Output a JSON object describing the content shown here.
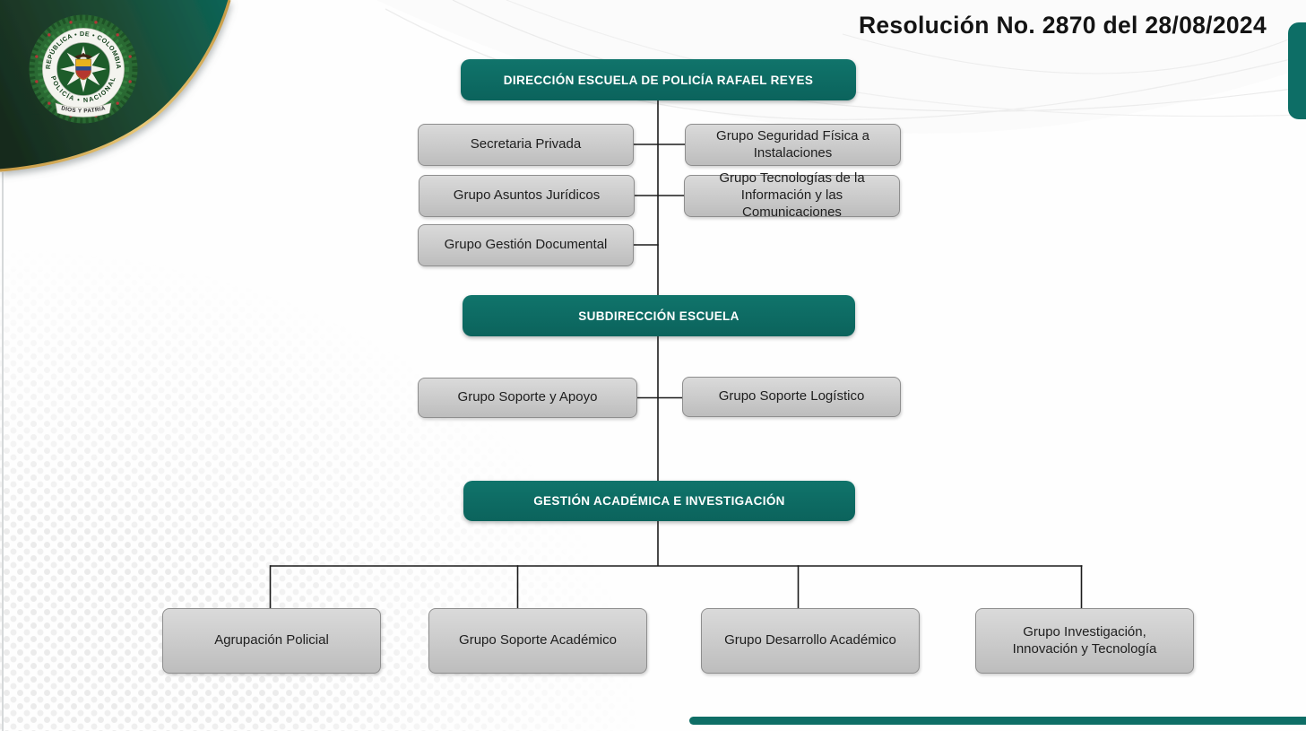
{
  "header": {
    "title": "Resolución No. 2870 del 28/08/2024"
  },
  "emblem": {
    "ring_top": "REPÚBLICA • DE • COLOMBIA",
    "ring_bottom": "POLICÍA • NACIONAL",
    "banner": "DIOS Y PATRIA"
  },
  "colors": {
    "teal": "#0d6e66",
    "dark_green": "#1c3526",
    "gold": "#d3a854",
    "box_gray_top": "#dadada",
    "box_gray_bottom": "#bdbdbd",
    "box_border": "#8e8e8e",
    "line": "#1b1b1b"
  },
  "org": {
    "direccion": "DIRECCIÓN ESCUELA DE POLICÍA RAFAEL REYES",
    "secretaria_privada": "Secretaria Privada",
    "seguridad_fisica": "Grupo Seguridad Física a Instalaciones",
    "asuntos_juridicos": "Grupo Asuntos Jurídicos",
    "tecnologias_informacion": "Grupo Tecnologías de la Información y las Comunicaciones",
    "gestion_documental": "Grupo Gestión Documental",
    "subdireccion": "SUBDIRECCIÓN ESCUELA",
    "soporte_apoyo": "Grupo Soporte y Apoyo",
    "soporte_logistico": "Grupo Soporte Logístico",
    "gestion_academica": "GESTIÓN ACADÉMICA E INVESTIGACIÓN",
    "agrupacion_policial": "Agrupación Policial",
    "soporte_academico": "Grupo Soporte Académico",
    "desarrollo_academico": "Grupo Desarrollo Académico",
    "investigacion_tecnologia": "Grupo Investigación, Innovación y Tecnología"
  }
}
